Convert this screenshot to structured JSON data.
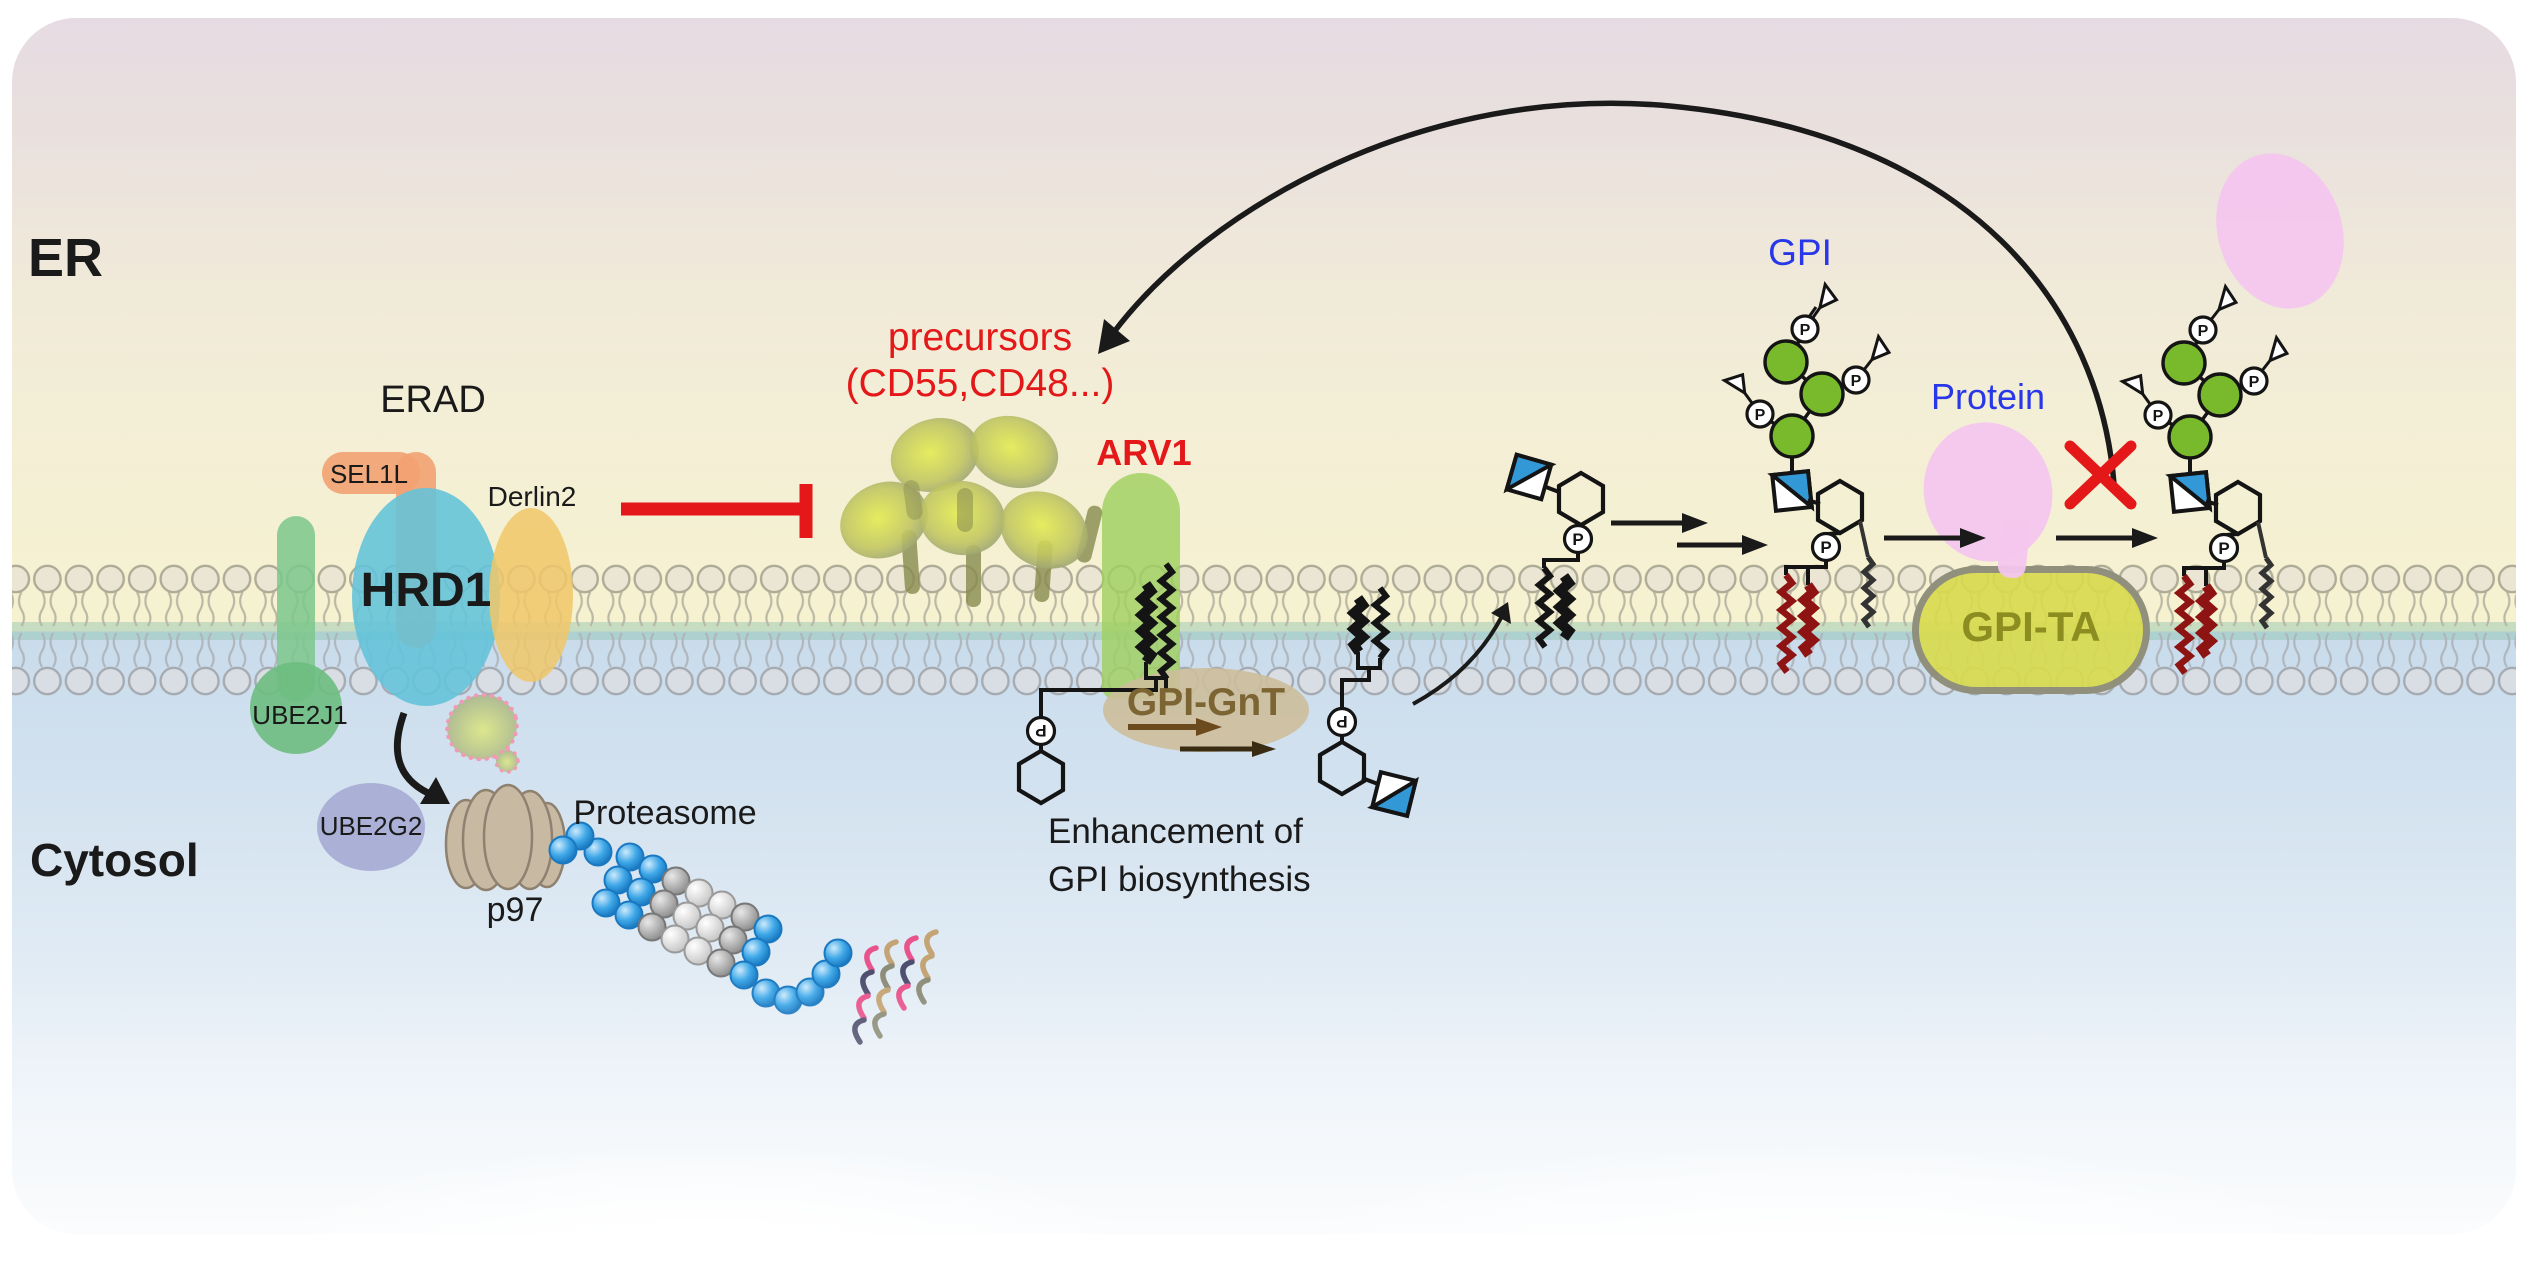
{
  "labels": {
    "er": "ER",
    "cytosol": "Cytosol",
    "erad": "ERAD",
    "sel1l": "SEL1L",
    "hrd1": "HRD1",
    "derlin2": "Derlin2",
    "ube2j1": "UBE2J1",
    "ube2g2": "UBE2G2",
    "p97": "p97",
    "proteasome": "Proteasome",
    "precursors_line1": "precursors",
    "precursors_line2": "(CD55,CD48...)",
    "arv1": "ARV1",
    "gpi_gnt": "GPI-GnT",
    "enhancement_line1": "Enhancement of",
    "enhancement_line2": "GPI biosynthesis",
    "gpi": "GPI",
    "protein": "Protein",
    "gpi_ta": "GPI-TA",
    "phosphate": "P"
  },
  "colors": {
    "red_accent": "#e41818",
    "blue_label": "#2838e8",
    "mannose_green": "#79ba2c",
    "glcnac_blue": "#3399d6",
    "hrd1_fill": "#62c3da",
    "sel1l_fill": "#f2a172",
    "derlin2_fill": "#f0c768",
    "ube2j1_fill": "#7cc78c",
    "ube2g2_fill": "#a6abd4",
    "p97_fill": "#c8b9a3",
    "arv1_fill": "#a0d060",
    "gpi_gnt_fill": "#d2c2a0",
    "gpi_ta_fill": "#d8da4e",
    "protein_fill": "#f4c6ee",
    "proteasome_blue": "#3fa8e8",
    "precursor_fill": "#c8c84a",
    "lumen_bg": "#f6f2d0",
    "cytosol_bg": "#cfe0ee"
  }
}
